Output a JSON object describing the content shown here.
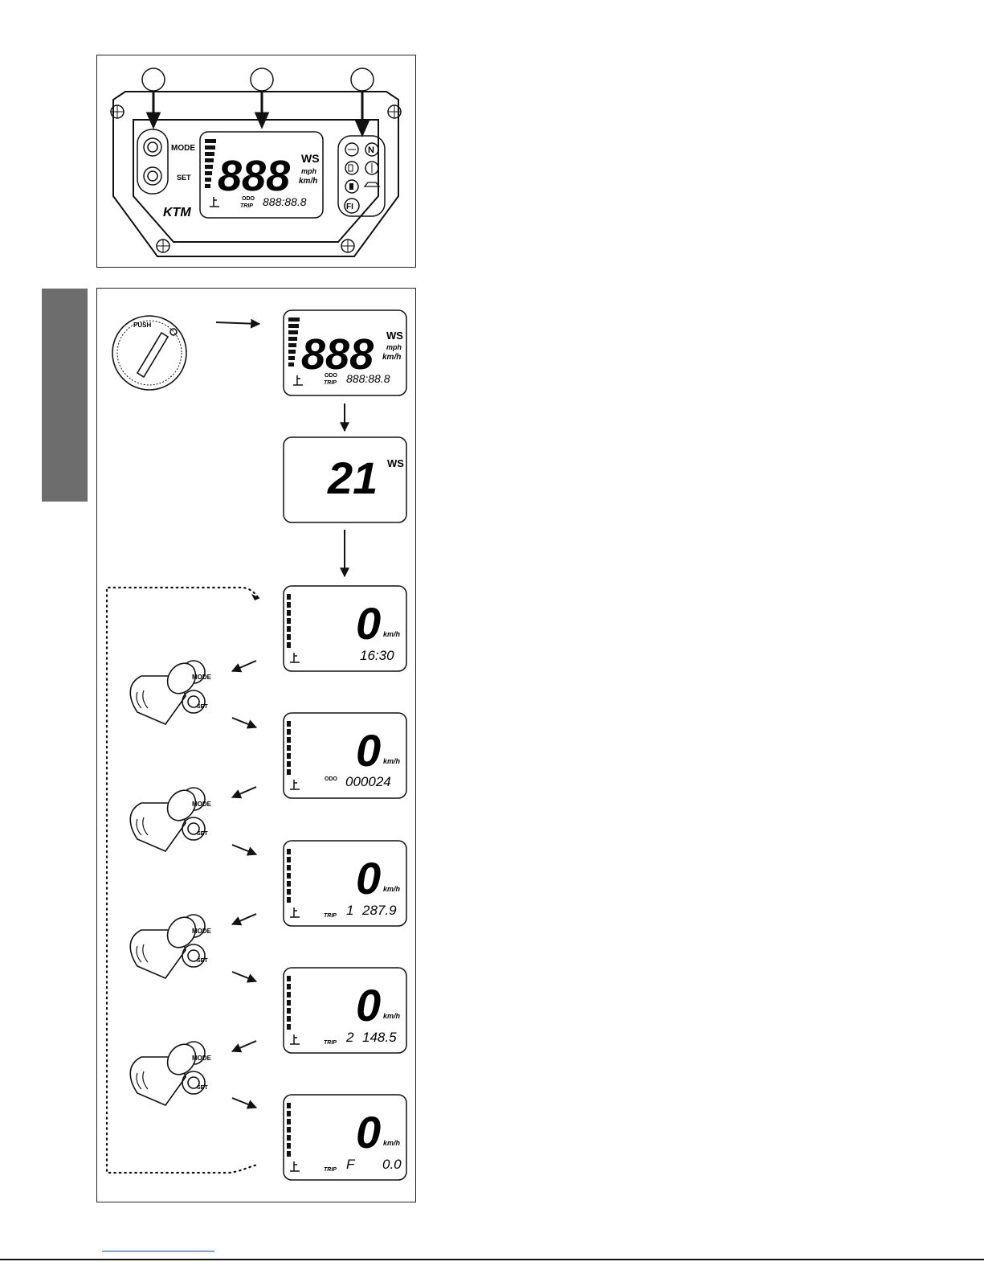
{
  "labels": {
    "mode": "MODE",
    "set": "SET",
    "ws": "WS",
    "mph": "mph",
    "kmh": "km/h",
    "odo": "ODO",
    "trip": "TRIP",
    "push": "PUSH",
    "brand": "KTM",
    "fi": "FI",
    "neutral": "N"
  },
  "screens": {
    "test_speed": "888",
    "test_line": "888:88.8",
    "ws_value": "21",
    "speed": "0",
    "clock": "16:30",
    "odo_value": "000024",
    "trip1_index": "1",
    "trip1_value": "287.9",
    "trip2_index": "2",
    "trip2_value": "148.5",
    "tripf_index": "F",
    "tripf_value": "0.0"
  }
}
